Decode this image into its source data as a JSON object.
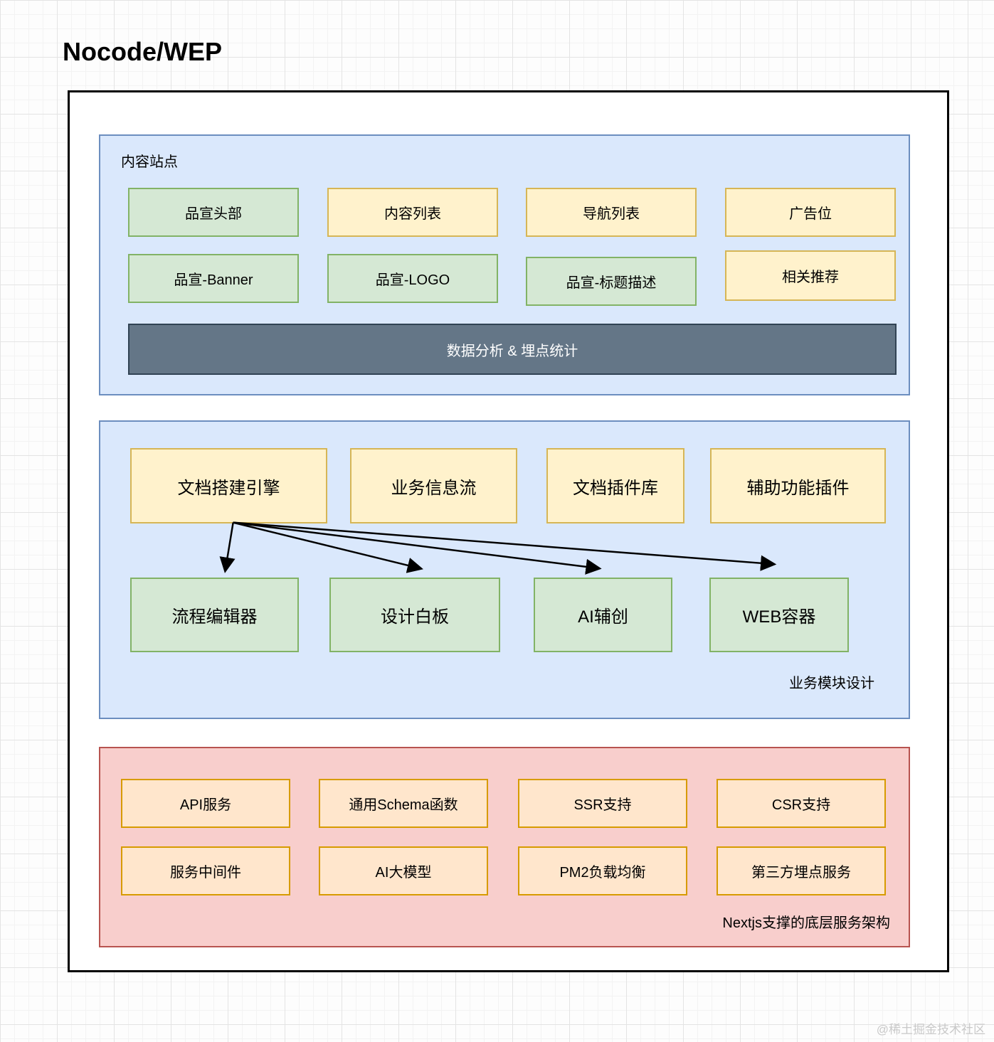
{
  "title": "Nocode/WEP",
  "watermark": "@稀土掘金技术社区",
  "colors": {
    "section_blue_fill": "#dae8fc",
    "section_blue_stroke": "#6c8ebf",
    "section_pink_fill": "#f8cecc",
    "section_pink_stroke": "#b85450",
    "node_green_fill": "#d5e8d4",
    "node_green_stroke": "#82b366",
    "node_yellow_fill": "#fff2cc",
    "node_yellow_stroke": "#d6b656",
    "node_orange_fill": "#ffe6cc",
    "node_orange_stroke": "#d79b00",
    "bar_dark_fill": "#647687",
    "bar_dark_stroke": "#314354",
    "arrow": "#000000"
  },
  "content_site": {
    "label": "内容站点",
    "row1": [
      "品宣头部",
      "内容列表",
      "导航列表",
      "广告位"
    ],
    "row2": [
      "品宣-Banner",
      "品宣-LOGO",
      "品宣-标题描述",
      "相关推荐"
    ],
    "bar": "数据分析 & 埋点统计"
  },
  "business_modules": {
    "label": "业务模块设计",
    "row1": [
      "文档搭建引擎",
      "业务信息流",
      "文档插件库",
      "辅助功能插件"
    ],
    "row2": [
      "流程编辑器",
      "设计白板",
      "AI辅创",
      "WEB容器"
    ],
    "arrows": [
      {
        "from": "文档搭建引擎",
        "to": "流程编辑器"
      },
      {
        "from": "文档搭建引擎",
        "to": "设计白板"
      },
      {
        "from": "文档搭建引擎",
        "to": "AI辅创"
      },
      {
        "from": "文档搭建引擎",
        "to": "WEB容器"
      }
    ]
  },
  "nextjs_services": {
    "label": "Nextjs支撑的底层服务架构",
    "row1": [
      "API服务",
      "通用Schema函数",
      "SSR支持",
      "CSR支持"
    ],
    "row2": [
      "服务中间件",
      "AI大模型",
      "PM2负载均衡",
      "第三方埋点服务"
    ]
  }
}
